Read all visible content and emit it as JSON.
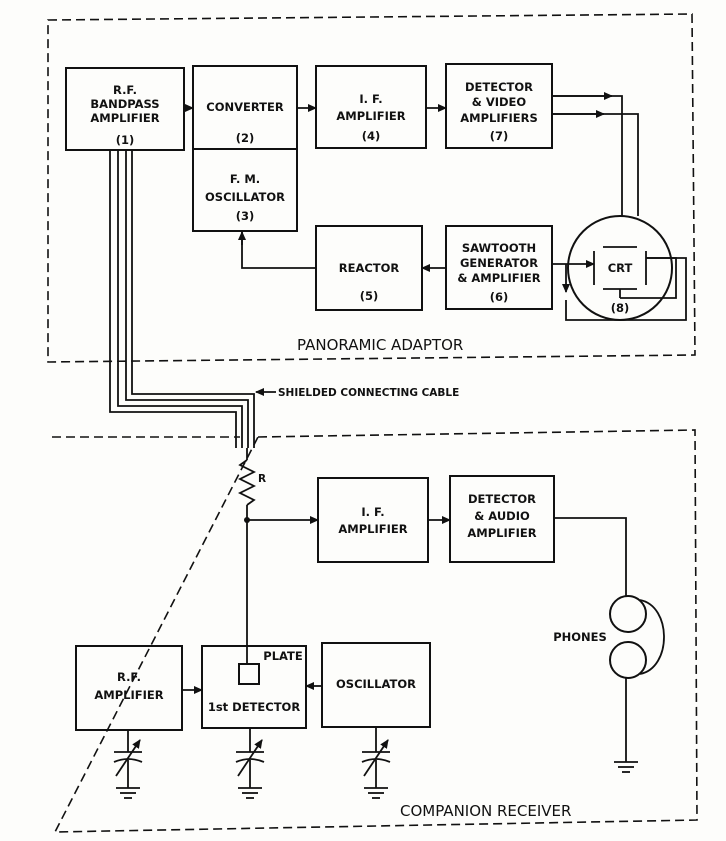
{
  "sections": {
    "panoramic_adaptor": "PANORAMIC ADAPTOR",
    "companion_receiver": "COMPANION RECEIVER",
    "cable": "SHIELDED CONNECTING CABLE"
  },
  "adaptor_blocks": {
    "rf_bandpass": {
      "line1": "R.F.",
      "line2": "BANDPASS",
      "line3": "AMPLIFIER",
      "num": "(1)"
    },
    "converter": {
      "line1": "CONVERTER",
      "num": "(2)"
    },
    "fm_osc": {
      "line1": "F. M.",
      "line2": "OSCILLATOR",
      "num": "(3)"
    },
    "if_amp": {
      "line1": "I. F.",
      "line2": "AMPLIFIER",
      "num": "(4)"
    },
    "reactor": {
      "line1": "REACTOR",
      "num": "(5)"
    },
    "sawtooth": {
      "line1": "SAWTOOTH",
      "line2": "GENERATOR",
      "line3": "& AMPLIFIER",
      "num": "(6)"
    },
    "det_video": {
      "line1": "DETECTOR",
      "line2": "& VIDEO",
      "line3": "AMPLIFIERS",
      "num": "(7)"
    },
    "crt": {
      "label": "CRT",
      "num": "(8)"
    }
  },
  "receiver_blocks": {
    "if_amp": {
      "line1": "I. F.",
      "line2": "AMPLIFIER"
    },
    "det_audio": {
      "line1": "DETECTOR",
      "line2": "& AUDIO",
      "line3": "AMPLIFIER"
    },
    "rf_amp": {
      "line1": "R.F.",
      "line2": "AMPLIFIER"
    },
    "first_det": {
      "label": "1st DETECTOR",
      "plate": "PLATE"
    },
    "oscillator": {
      "line1": "OSCILLATOR"
    },
    "phones": "PHONES",
    "resistor": "R"
  }
}
